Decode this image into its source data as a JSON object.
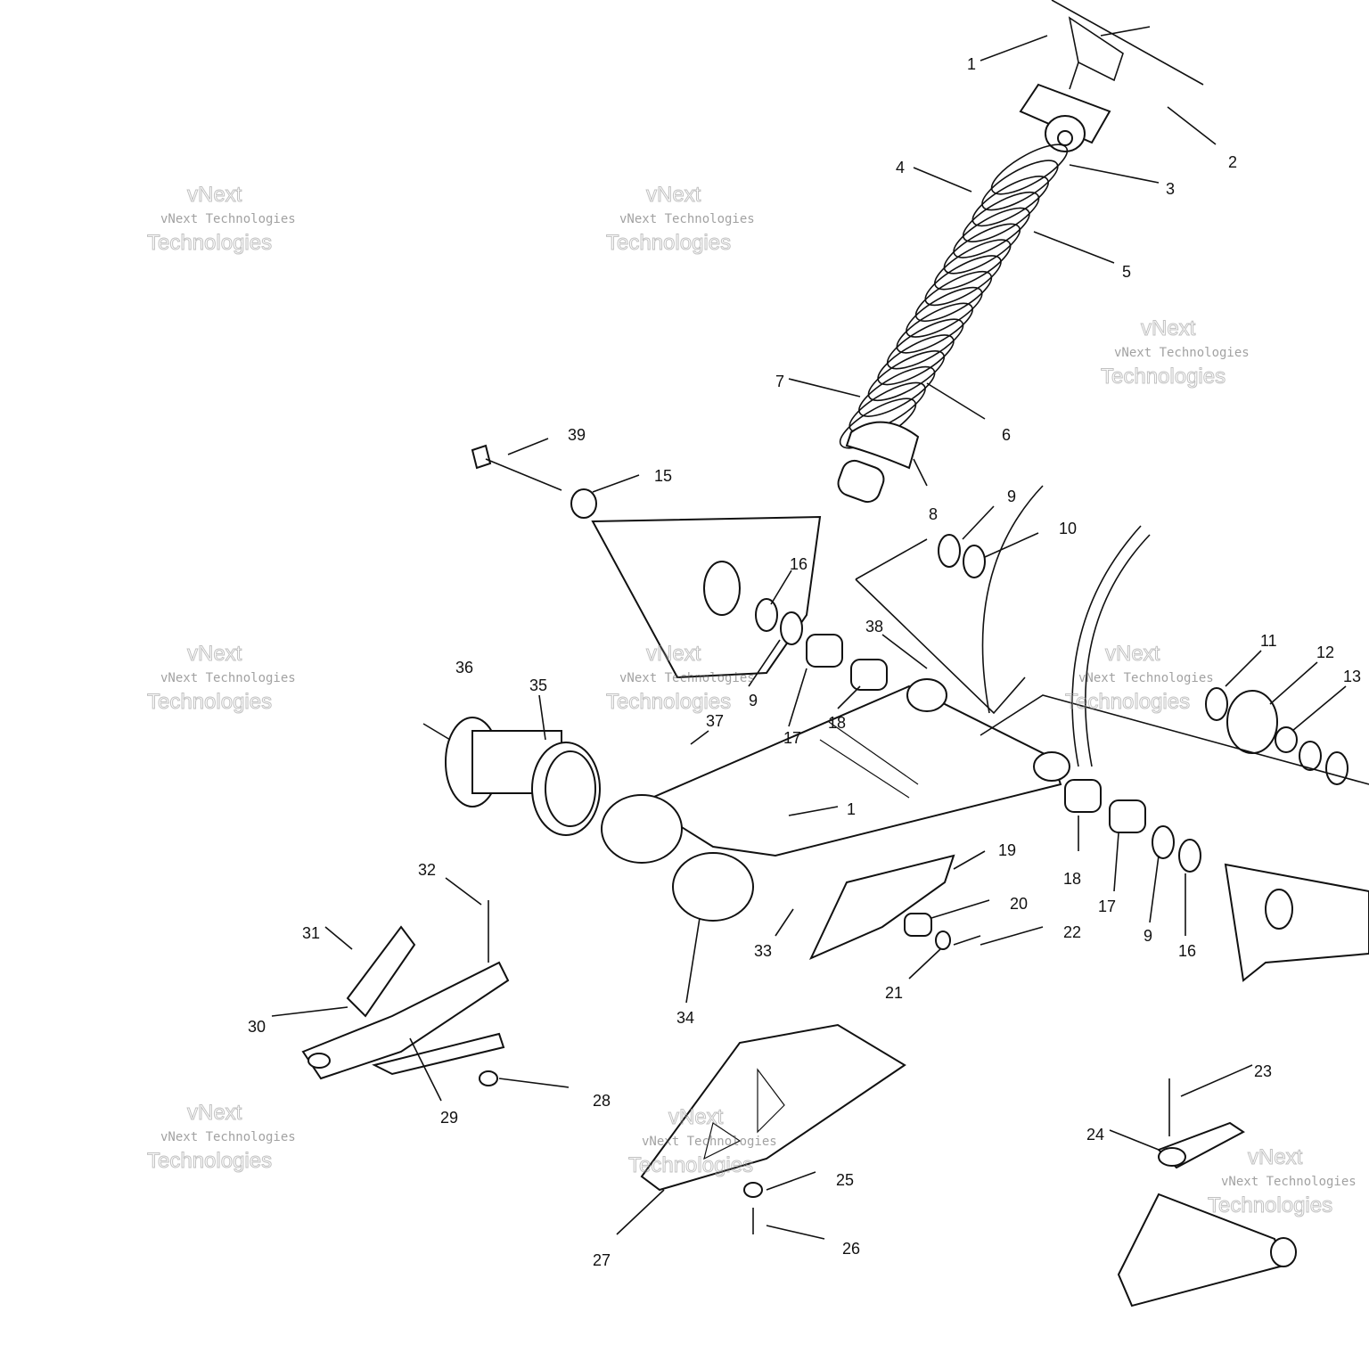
{
  "diagram": {
    "title": "Rear suspension exploded parts diagram",
    "watermark": {
      "line1": "vNext",
      "line2": "vNext Technologies",
      "line3": "Technologies"
    },
    "callouts": [
      "1",
      "2",
      "3",
      "4",
      "5",
      "6",
      "7",
      "8",
      "9",
      "10",
      "39",
      "15",
      "16",
      "38",
      "36",
      "35",
      "9",
      "17",
      "18",
      "37",
      "11",
      "12",
      "13",
      "1",
      "19",
      "20",
      "22",
      "21",
      "18",
      "17",
      "9",
      "16",
      "32",
      "31",
      "30",
      "33",
      "34",
      "29",
      "28",
      "23",
      "24",
      "25",
      "26",
      "27"
    ]
  }
}
